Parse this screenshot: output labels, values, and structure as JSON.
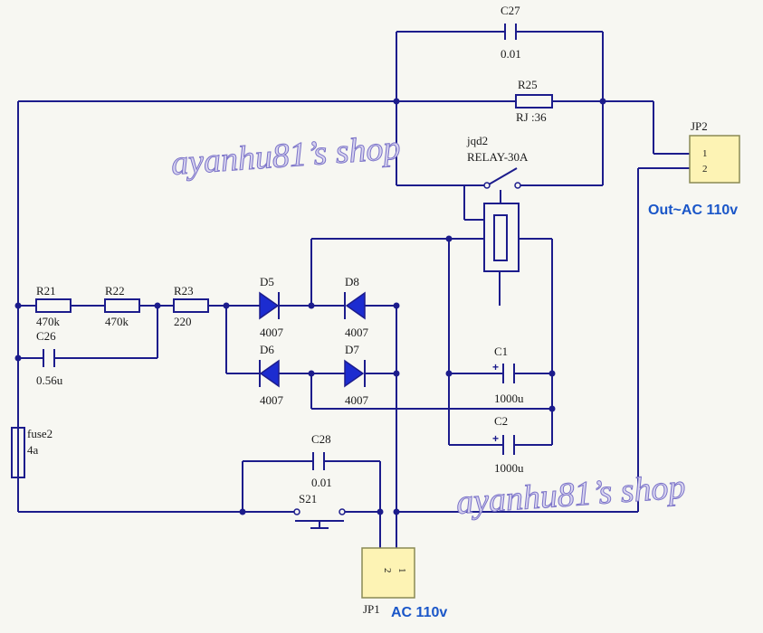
{
  "watermark": {
    "text": "ayanhu81’s shop"
  },
  "components": {
    "C27": {
      "ref": "C27",
      "value": "0.01"
    },
    "R25": {
      "ref": "R25",
      "value": "RJ :36"
    },
    "JQD2": {
      "ref": "jqd2",
      "value": "RELAY-30A"
    },
    "JP2": {
      "ref": "JP2",
      "pins": [
        "1",
        "2"
      ],
      "label": "Out~AC 110v"
    },
    "R21": {
      "ref": "R21",
      "value": "470k"
    },
    "R22": {
      "ref": "R22",
      "value": "470k"
    },
    "R23": {
      "ref": "R23",
      "value": "220"
    },
    "C26": {
      "ref": "C26",
      "value": "0.56u"
    },
    "D5": {
      "ref": "D5",
      "value": "4007"
    },
    "D8": {
      "ref": "D8",
      "value": "4007"
    },
    "D6": {
      "ref": "D6",
      "value": "4007"
    },
    "D7": {
      "ref": "D7",
      "value": "4007"
    },
    "C1": {
      "ref": "C1",
      "value": "1000u",
      "polarity": "+"
    },
    "C2": {
      "ref": "C2",
      "value": "1000u",
      "polarity": "+"
    },
    "FUSE2": {
      "ref": "fuse2",
      "value": "4a"
    },
    "C28": {
      "ref": "C28",
      "value": "0.01"
    },
    "S21": {
      "ref": "S21"
    },
    "JP1": {
      "ref": "JP1",
      "pins": [
        "2",
        "1"
      ],
      "label": "AC 110v"
    }
  },
  "colors": {
    "wire": "#1c1c8c",
    "diode": "#1c2cd0",
    "label_accent": "#1a56c8",
    "background": "#f7f7f2"
  }
}
